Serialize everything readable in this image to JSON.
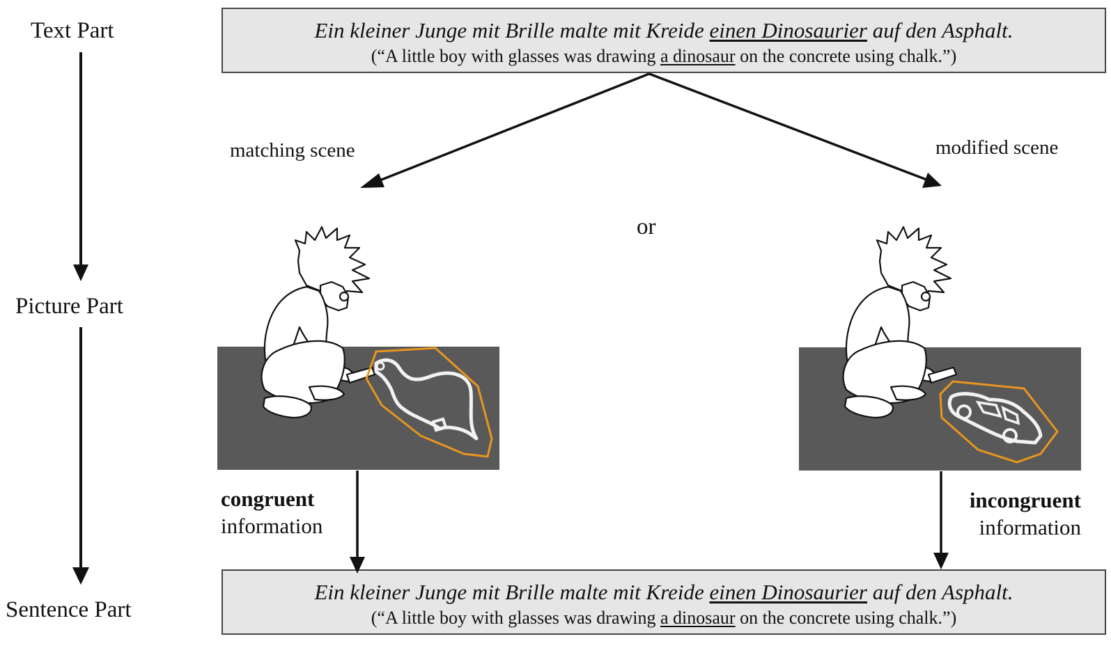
{
  "stages": {
    "text": "Text Part",
    "picture": "Picture Part",
    "sentence": "Sentence Part"
  },
  "top_box": {
    "de_before": "Ein kleiner Junge mit Brille malte mit Kreide ",
    "de_target": "einen Dinosaurier",
    "de_after": " auf den Asphalt.",
    "en_before": "(“A little boy with glasses was drawing ",
    "en_target": "a dinosaur",
    "en_after": " on the concrete using chalk.”)"
  },
  "bottom_box": {
    "de_before": "Ein kleiner Junge mit Brille malte mit Kreide ",
    "de_target": "einen Dinosaurier",
    "de_after": " auf den Asphalt.",
    "en_before": "(“A little boy with glasses was drawing ",
    "en_target": "a dinosaur",
    "en_after": " on the concrete using chalk.”)"
  },
  "scenes": {
    "matching": "matching scene",
    "modified": "modified scene",
    "or": "or"
  },
  "info": {
    "left_bold": "congruent",
    "left_rest": "information",
    "right_bold": "incongruent",
    "right_rest": "information"
  },
  "colors": {
    "ground": "#595959",
    "highlight": "#e8961e",
    "chalk": "#f2f2f2",
    "box_fill": "#e6e6e6"
  }
}
